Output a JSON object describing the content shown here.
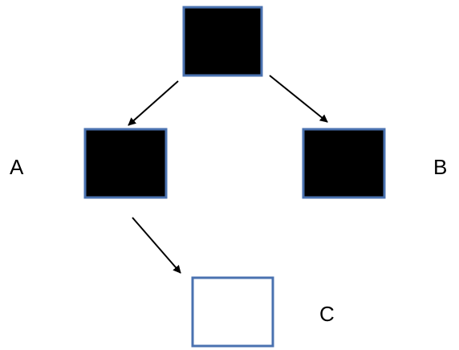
{
  "diagram": {
    "nodes": [
      {
        "id": "root",
        "label": "",
        "filled": true
      },
      {
        "id": "a",
        "label": "A",
        "filled": true
      },
      {
        "id": "b",
        "label": "B",
        "filled": true
      },
      {
        "id": "c",
        "label": "C",
        "filled": false
      }
    ],
    "edges": [
      {
        "from": "root",
        "to": "a"
      },
      {
        "from": "root",
        "to": "b"
      },
      {
        "from": "a",
        "to": "c"
      }
    ],
    "colors": {
      "filled": "#000000",
      "empty": "#ffffff",
      "border": "#4a72b0",
      "arrow": "#000000"
    }
  }
}
